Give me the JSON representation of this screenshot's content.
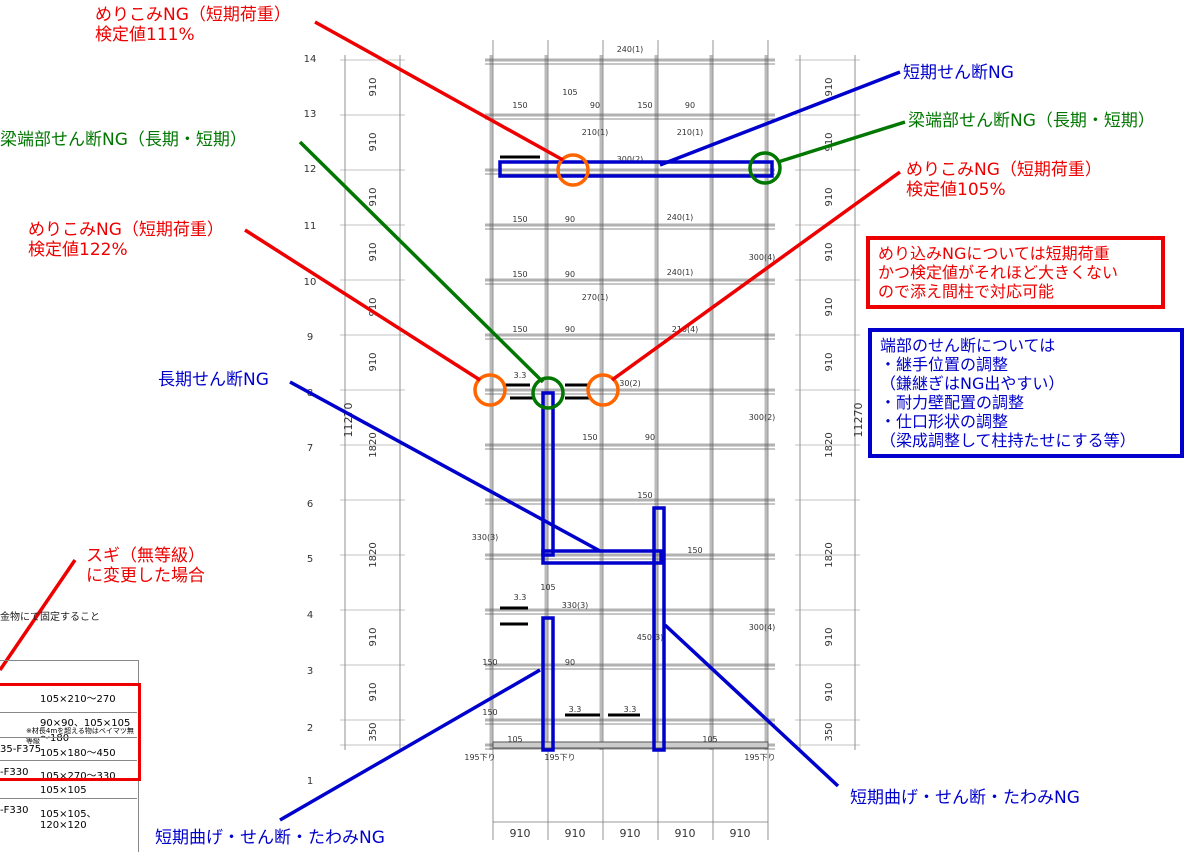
{
  "annotations": {
    "meri111": [
      "めりこみNG（短期荷重）",
      "検定値111%"
    ],
    "tanki_sendan": "短期せん断NG",
    "hashi_right": "梁端部せん断NG（長期・短期）",
    "hashi_left": "梁端部せん断NG（長期・短期）",
    "meri105": [
      "めりこみNG（短期荷重）",
      "検定値105%"
    ],
    "meri122": [
      "めりこみNG（短期荷重）",
      "検定値122%"
    ],
    "choki_sendan": "長期せん断NG",
    "sugi": [
      "スギ（無等級）",
      "に変更した場合"
    ],
    "bend_left": "短期曲げ・せん断・たわみNG",
    "bend_right": "短期曲げ・せん断・たわみNG"
  },
  "note_red": [
    "めり込みNGについては短期荷重",
    "かつ検定値がそれほど大きくない",
    "ので添え間柱で対応可能"
  ],
  "note_blue": [
    "端部のせん断については",
    "・継手位置の調整",
    "（鎌継ぎはNG出やすい）",
    "・耐力壁配置の調整",
    "・仕口形状の調整",
    "（梁成調整して柱持たせにする等）"
  ],
  "table": {
    "note": "金物にて固定すること",
    "rows": [
      [
        "",
        "105×210～270",
        ""
      ],
      [
        "",
        "90×90、105×105～180",
        "※材長4mを超える物はベイマツ無等級"
      ],
      [
        "35-F375",
        "105×180～450",
        ""
      ],
      [
        "-F330",
        "105×270～330",
        ""
      ],
      [
        "",
        "105×105",
        ""
      ],
      [
        "-F330",
        "105×105、120×120",
        ""
      ]
    ]
  },
  "axes": {
    "rows": [
      "14",
      "13",
      "12",
      "11",
      "10",
      "9",
      "8",
      "7",
      "6",
      "5",
      "4",
      "3",
      "2",
      "1"
    ],
    "left_dims": [
      "910",
      "910",
      "910",
      "910",
      "910",
      "910",
      "1820",
      "1820",
      "910",
      "910",
      "350"
    ],
    "right_dims": [
      "910",
      "910",
      "910",
      "910",
      "910",
      "910",
      "1820",
      "1820",
      "910",
      "910",
      "350"
    ],
    "total": "11270",
    "bottom_dims": [
      "910",
      "910",
      "910",
      "910",
      "910"
    ]
  },
  "drawing_labels": [
    "240(1)",
    "150",
    "105",
    "90",
    "150",
    "90",
    "210(1)",
    "210(1)",
    "300(2)",
    "150",
    "90",
    "240(1)",
    "150",
    "90",
    "240(1)",
    "270(1)",
    "300(4)",
    "150",
    "90",
    "210(4)",
    "3.3",
    "30(2)",
    "150",
    "90",
    "300(2)",
    "150",
    "330(3)",
    "150",
    "3.3",
    "330(3)",
    "105",
    "450(3)",
    "150",
    "90",
    "150",
    "3.3",
    "3.3",
    "105",
    "105",
    "195下り",
    "195下り",
    "195下り",
    "300(4)"
  ]
}
